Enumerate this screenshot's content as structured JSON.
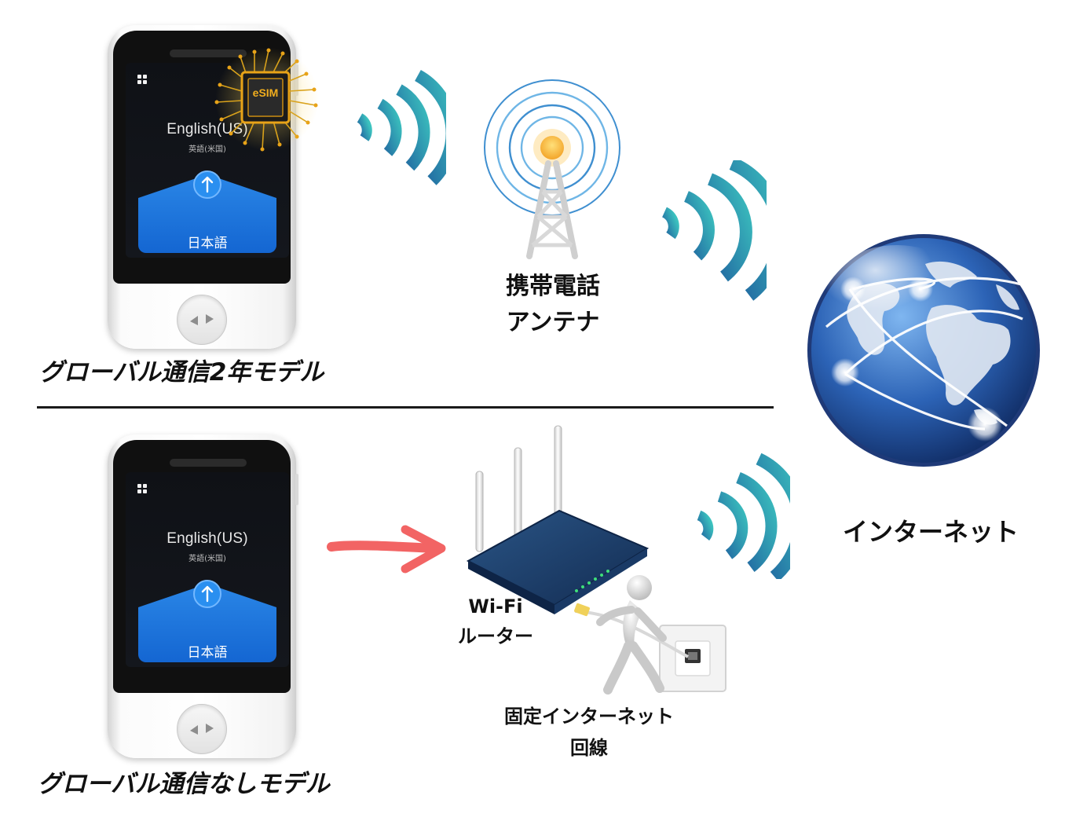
{
  "top_device": {
    "name": "グローバル通信2年モデル",
    "screen_lang_source": "English(US)",
    "screen_lang_source_sub": "英語(米国)",
    "screen_lang_target": "日本語",
    "esim_label": "eSIM"
  },
  "bottom_device": {
    "name": "グローバル通信なしモデル",
    "screen_lang_source": "English(US)",
    "screen_lang_source_sub": "英語(米国)",
    "screen_lang_target": "日本語"
  },
  "antenna": {
    "line1": "携帯電話",
    "line2": "アンテナ"
  },
  "router": {
    "line1": "Wi-Fi",
    "line2": "ルーター"
  },
  "fixed_line": {
    "line1": "固定インターネット",
    "line2": "回線"
  },
  "internet": {
    "label": "インターネット"
  },
  "colors": {
    "signal_dark": "#1f6aa5",
    "signal_light": "#3fc1c0",
    "arrow": "#f26464",
    "esim_gold": "#e8a318",
    "globe_blue": "#2a5fb0",
    "router_body": "#1c3f6e"
  }
}
